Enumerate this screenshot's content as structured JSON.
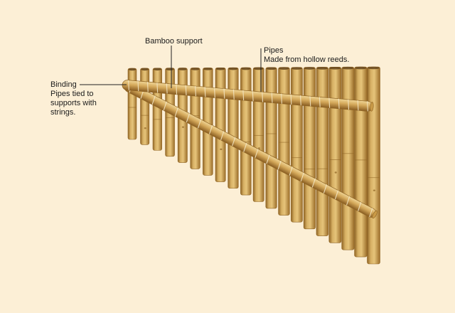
{
  "page": {
    "background_color": "#FCEFD6"
  },
  "labels": {
    "bamboo_support": {
      "title": "Bamboo support"
    },
    "pipes": {
      "title": "Pipes",
      "description": "Made from hollow reeds."
    },
    "binding": {
      "title": "Binding",
      "description_line1": "Pipes tied to",
      "description_line2": "supports with",
      "description_line3": "strings."
    }
  },
  "colors": {
    "bamboo_light": "#E2BE74",
    "bamboo_mid": "#C99A47",
    "bamboo_dark": "#8F6424",
    "pipe_opening": "#5C3D16",
    "string": "#F3E6C4",
    "leader_line": "#222222"
  },
  "pipe_count": 20
}
